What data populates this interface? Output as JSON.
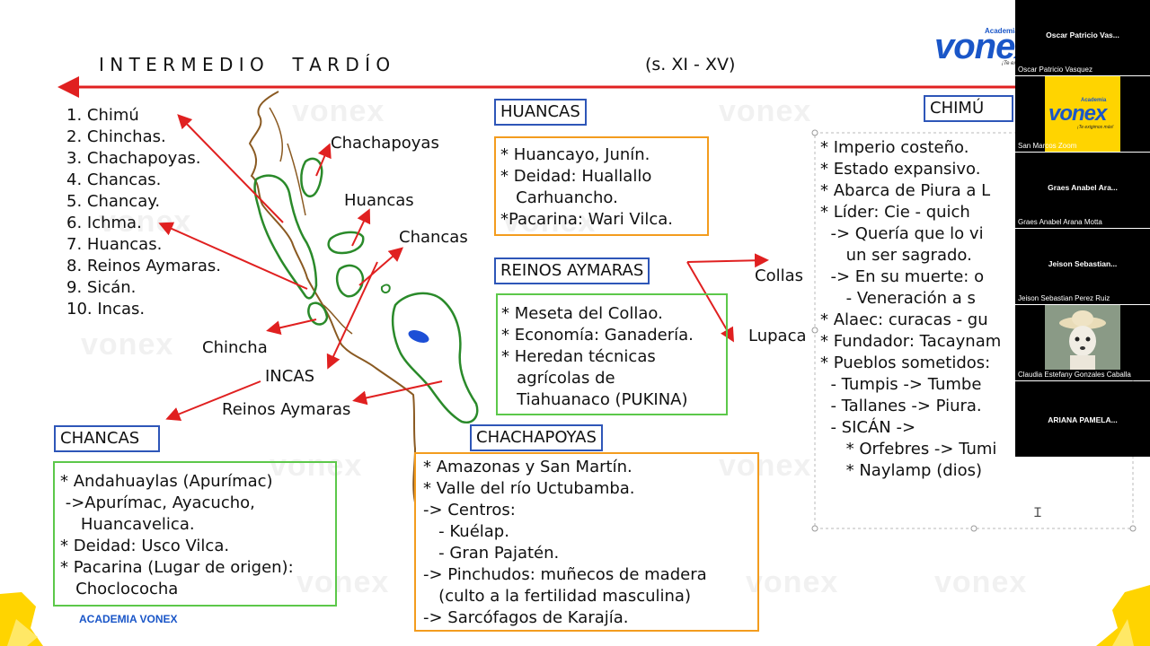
{
  "slide": {
    "title": "I N T E R M E D I O     T A R D Í O",
    "period": "(s. XI - XV)",
    "brand_footer": "ACADEMIA VONEX",
    "logo_text": "vonex",
    "logo_small": "Academia",
    "logo_slogan": "¡Te exigimos más!",
    "list": [
      "1. Chimú",
      "2. Chinchas.",
      "3. Chachapoyas.",
      "4. Chancas.",
      "5. Chancay.",
      "6. Ichma.",
      "7. Huancas.",
      "8. Reinos Aymaras.",
      "9. Sicán.",
      "10. Incas."
    ],
    "map_labels": {
      "chachapoyas": "Chachapoyas",
      "huancas": "Huancas",
      "chancas": "Chancas",
      "chincha": "Chincha",
      "incas": "INCAS",
      "reinos": "Reinos Aymaras",
      "collas": "Collas",
      "lupaca": "Lupaca"
    },
    "huancas": {
      "heading": "HUANCAS",
      "lines": [
        "* Huancayo, Junín.",
        "* Deidad: Huallallo",
        "   Carhuancho.",
        "*Pacarina: Wari Vilca."
      ]
    },
    "aymaras": {
      "heading": "REINOS AYMARAS",
      "lines": [
        "* Meseta del Collao.",
        "* Economía: Ganadería.",
        "* Heredan técnicas",
        "   agrícolas de",
        "   Tiahuanaco (PUKINA)"
      ]
    },
    "chancas": {
      "heading": "CHANCAS",
      "lines": [
        "* Andahuaylas (Apurímac)",
        " ->Apurímac, Ayacucho,",
        "    Huancavelica.",
        "* Deidad: Usco Vilca.",
        "* Pacarina (Lugar de origen):",
        "   Choclococha"
      ]
    },
    "chachapoyas": {
      "heading": "CHACHAPOYAS",
      "lines": [
        "* Amazonas y San Martín.",
        "* Valle del río Uctubamba.",
        "-> Centros:",
        "   - Kuélap.",
        "   - Gran Pajatén.",
        "-> Pinchudos: muñecos de madera",
        "   (culto a la fertilidad masculina)",
        "-> Sarcófagos de Karajía."
      ]
    },
    "chimu": {
      "heading": "CHIMÚ",
      "lines": [
        "* Imperio costeño.",
        "* Estado expansivo.",
        "* Abarca de Piura a L",
        "* Líder: Cie - quich",
        "  -> Quería que lo vi",
        "     un ser sagrado.",
        "  -> En su muerte: o",
        "     - Veneración a s",
        "",
        "* Alaec: curacas - gu",
        "",
        "* Fundador: Tacaynam",
        "* Pueblos sometidos:",
        "  - Tumpis -> Tumbe",
        "  - Tallanes -> Piura.",
        "  - SICÁN ->",
        "     * Orfebres -> Tumi",
        "     * Naylamp (dios)"
      ]
    }
  },
  "participants": [
    {
      "name": "Oscar Patricio Vas...",
      "label": "Oscar Patricio Vasquez",
      "type": "name"
    },
    {
      "name": "",
      "label": "San Marcos Zoom",
      "type": "logo"
    },
    {
      "name": "Graes Anabel Ara...",
      "label": "Graes Anabel Arana Motta",
      "type": "name"
    },
    {
      "name": "Jeison Sebastian...",
      "label": "Jeison Sebastian Perez Ruiz",
      "type": "name"
    },
    {
      "name": "",
      "label": "Claudia Estefany Gonzales Caballa",
      "type": "video"
    },
    {
      "name": "ARIANA PAMELA...",
      "label": "",
      "type": "name"
    }
  ],
  "colors": {
    "arrow": "#e02020",
    "title_border": "#2e56b8",
    "orange_box": "#f39c1e",
    "green_box": "#5cc84a",
    "map_green": "#2a8a2a",
    "river": "#8a5a22",
    "lake": "#1d4fd6",
    "brand_blue": "#1a56c8",
    "brand_yellow": "#ffd400"
  }
}
